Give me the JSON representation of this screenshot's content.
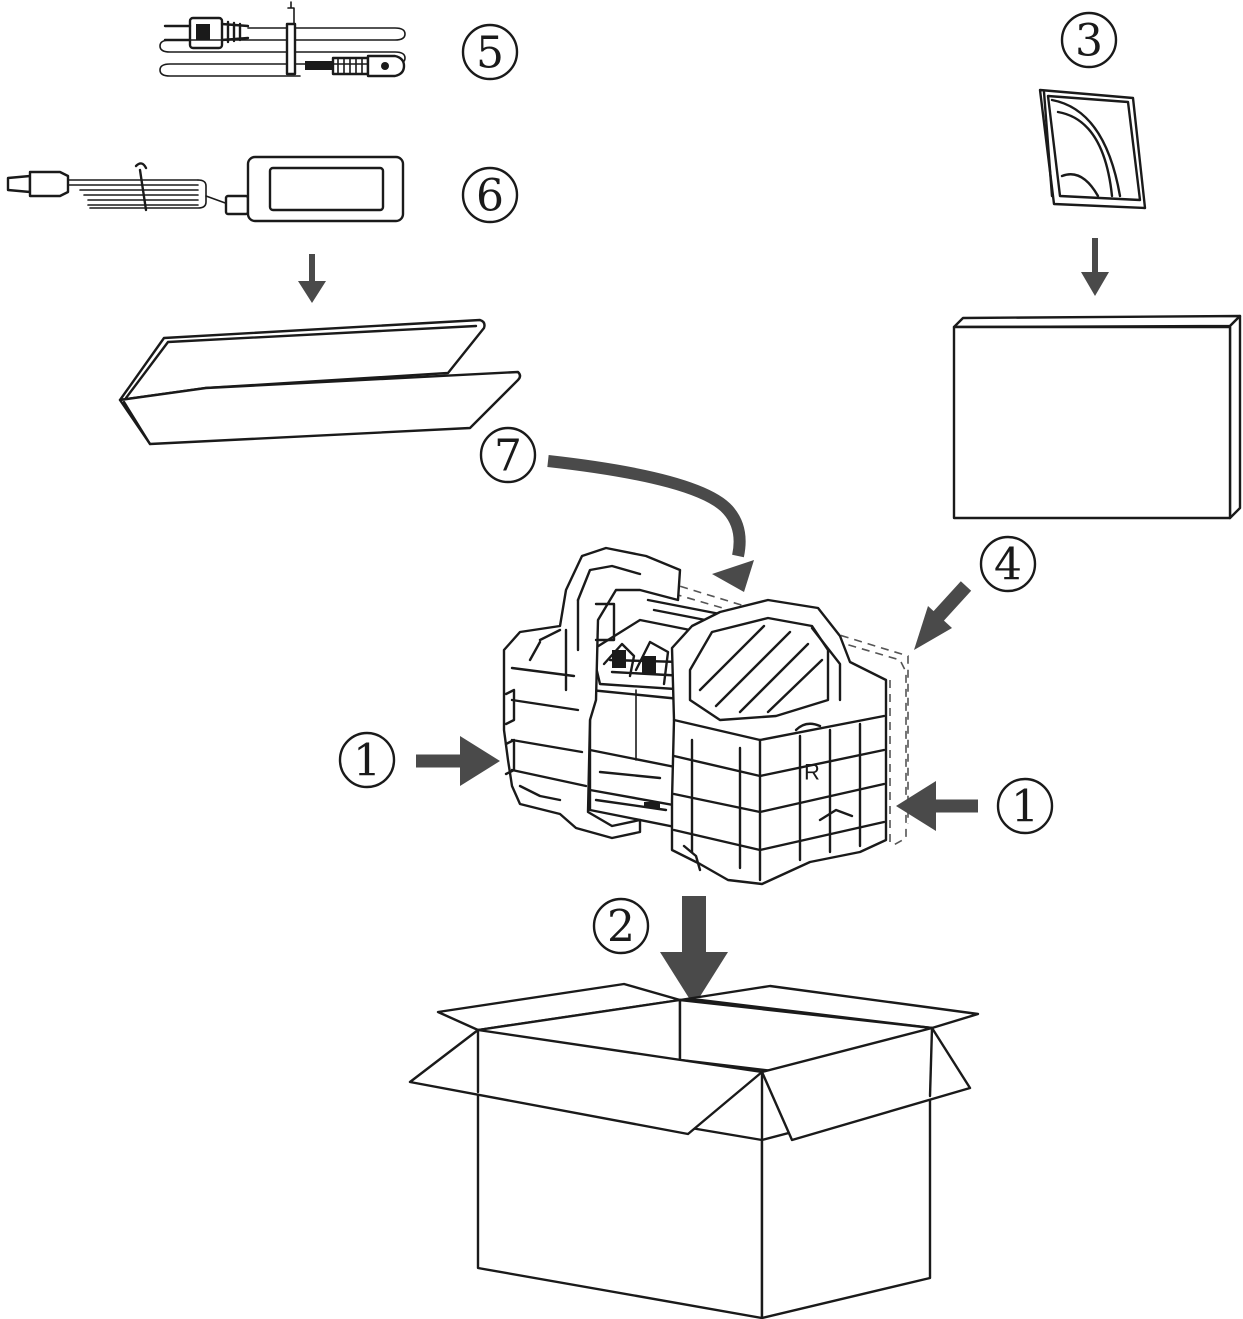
{
  "colors": {
    "line": "#1a1a1a",
    "arrow": "#4a4a4a",
    "background": "#ffffff"
  },
  "callouts": {
    "c1_left": "1",
    "c1_right": "1",
    "c2": "2",
    "c3": "3",
    "c4": "4",
    "c5": "5",
    "c6": "6",
    "c7": "7"
  },
  "parts": {
    "foam_side_marker": "R"
  },
  "icons": [
    "power-cord-icon",
    "ac-adapter-icon",
    "document-pack-icon",
    "accessory-box-icon",
    "cardboard-tray-icon",
    "printer-with-foam-icon",
    "shipping-carton-icon"
  ]
}
